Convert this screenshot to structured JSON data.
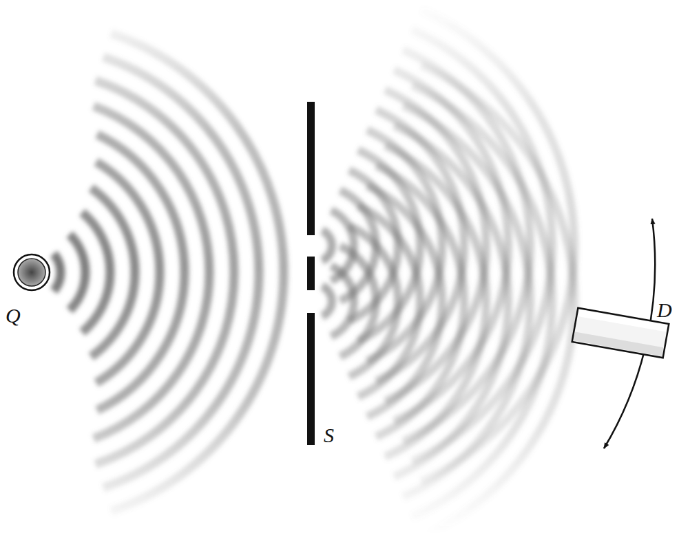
{
  "diagram": {
    "labels": [
      "Q",
      "S",
      "D"
    ]
  }
}
